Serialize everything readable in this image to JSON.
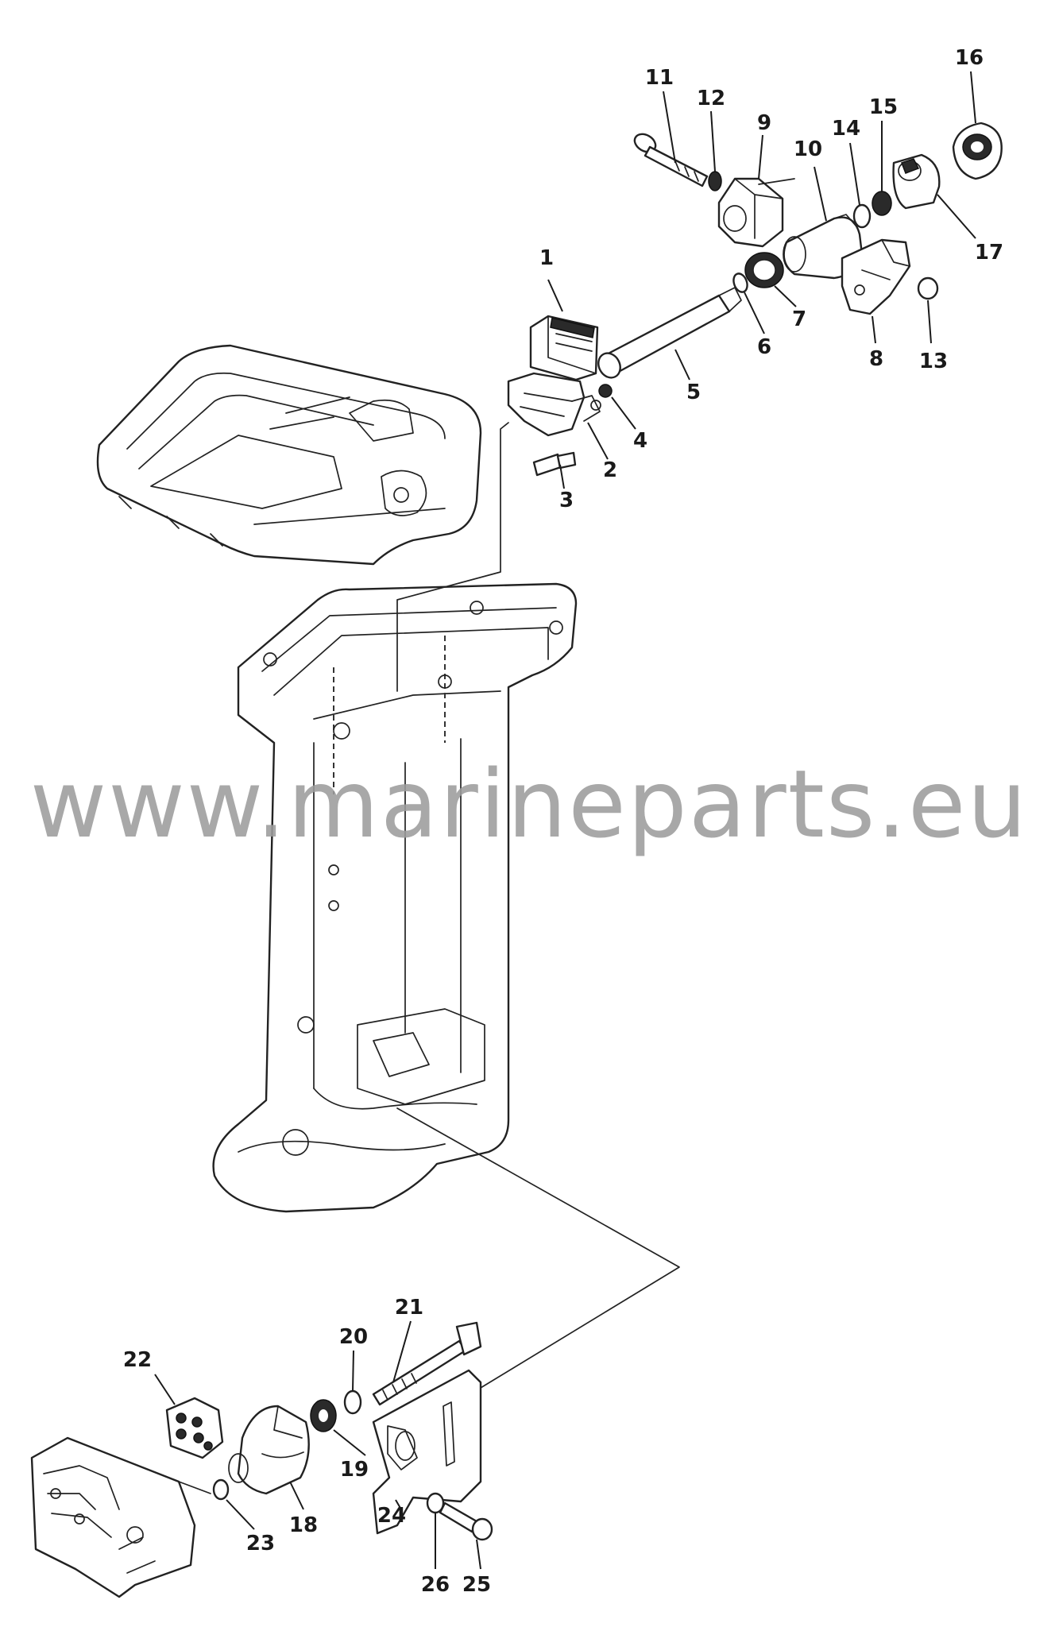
{
  "watermark": "www.marineparts.eu",
  "callouts": [
    {
      "id": "p1",
      "label": "1"
    },
    {
      "id": "p2",
      "label": "2"
    },
    {
      "id": "p3",
      "label": "3"
    },
    {
      "id": "p4",
      "label": "4"
    },
    {
      "id": "p5",
      "label": "5"
    },
    {
      "id": "p6",
      "label": "6"
    },
    {
      "id": "p7",
      "label": "7"
    },
    {
      "id": "p8",
      "label": "8"
    },
    {
      "id": "p9",
      "label": "9"
    },
    {
      "id": "p10",
      "label": "10"
    },
    {
      "id": "p11",
      "label": "11"
    },
    {
      "id": "p12",
      "label": "12"
    },
    {
      "id": "p13",
      "label": "13"
    },
    {
      "id": "p14",
      "label": "14"
    },
    {
      "id": "p15",
      "label": "15"
    },
    {
      "id": "p16",
      "label": "16"
    },
    {
      "id": "p17",
      "label": "17"
    },
    {
      "id": "p18",
      "label": "18"
    },
    {
      "id": "p19",
      "label": "19"
    },
    {
      "id": "p20",
      "label": "20"
    },
    {
      "id": "p21",
      "label": "21"
    },
    {
      "id": "p22",
      "label": "22"
    },
    {
      "id": "p23",
      "label": "23"
    },
    {
      "id": "p24",
      "label": "24"
    },
    {
      "id": "p25",
      "label": "25"
    },
    {
      "id": "p26",
      "label": "26"
    }
  ]
}
